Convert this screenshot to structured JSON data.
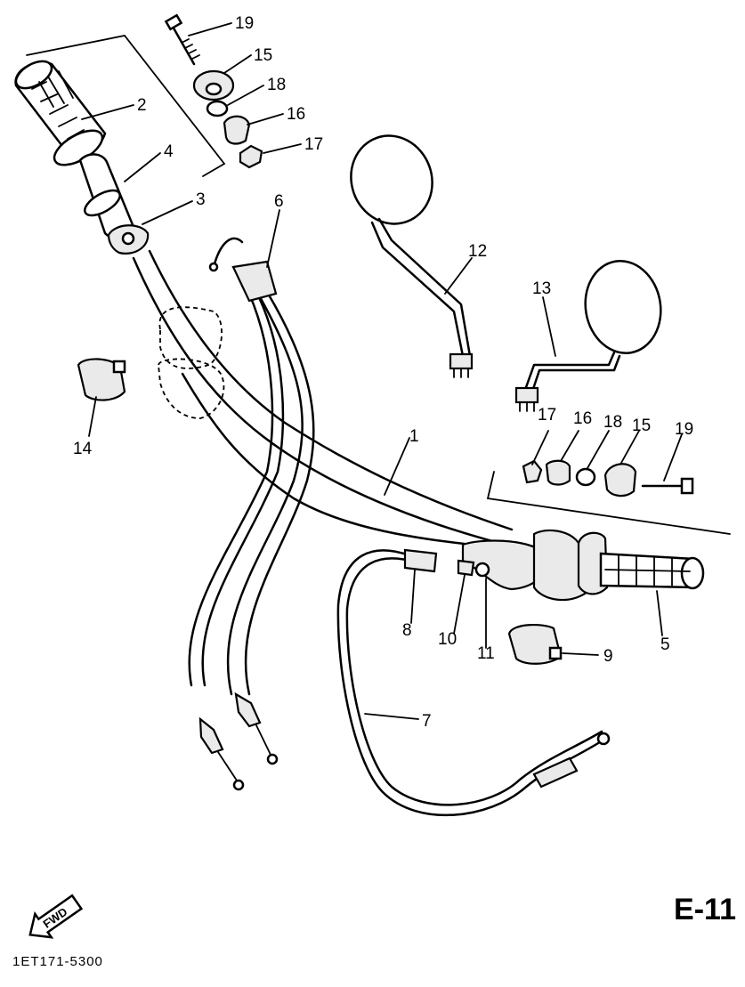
{
  "diagram": {
    "page_code": "E-11",
    "part_code": "1ET171-5300",
    "fwd_label": "FWD",
    "callouts": [
      "1",
      "2",
      "3",
      "4",
      "5",
      "6",
      "7",
      "8",
      "9",
      "10",
      "11",
      "12",
      "13",
      "14",
      "15",
      "16",
      "17",
      "18",
      "19"
    ],
    "callouts_right_kit": [
      "17",
      "16",
      "18",
      "15",
      "19"
    ]
  }
}
